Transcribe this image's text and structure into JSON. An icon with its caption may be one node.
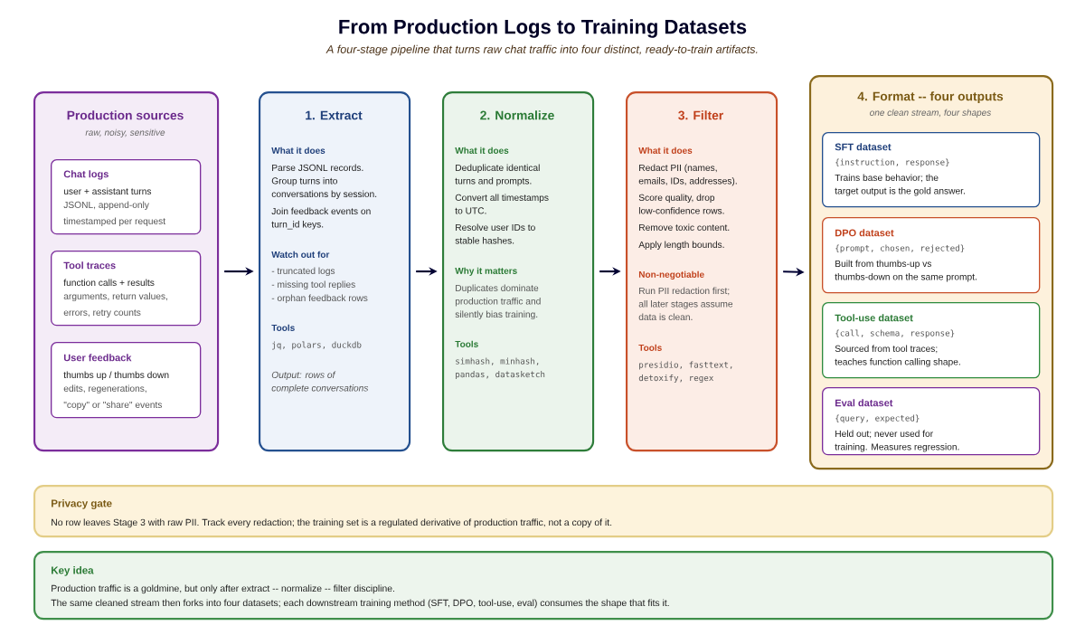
{
  "diagram": {
    "title": "From Production Logs to Training Datasets",
    "nodes": [
      {
        "text": [
          "Production sources",
          "raw, noisy, sensitive"
        ]
      },
      {
        "text": [
          "Chat logs",
          "user + assistant turns",
          "JSONL, append-only",
          "timestamped per request"
        ],
        "in": 0
      },
      {
        "text": [
          "Tool traces",
          "function calls + results",
          "arguments, return values,",
          "errors, retry counts"
        ],
        "in": 0
      },
      {
        "text": [
          "User feedback",
          "thumbs up / thumbs down",
          "edits, regenerations,",
          "\"copy\" or \"share\" events"
        ],
        "in": 0
      },
      {
        "text": [
          "1. Extract",
          "What it does",
          "Parse JSONL records. Group turns into conversations by session.",
          "Join feedback events on turn_id keys.",
          "Watch out for",
          "- truncated logs",
          "- missing tool replies",
          "- orphan feedback rows",
          "Tools",
          "jq, polars, duckdb",
          "Output: rows of complete conversations"
        ]
      },
      {
        "text": [
          "2. Normalize",
          "What it does",
          "Deduplicate identical turns and prompts.",
          "Convert all timestamps to UTC.",
          "Resolve user IDs to stable hashes.",
          "Why it matters",
          "Duplicates dominate production traffic and silently bias training.",
          "Tools",
          "simhash, minhash, pandas, datasketch"
        ]
      },
      {
        "text": [
          "3. Filter",
          "What it does",
          "Redact PII (names, emails, IDs, addresses).",
          "Score quality, drop low-confidence rows.",
          "Remove toxic content.",
          "Apply length bounds.",
          "Non-negotiable",
          "Run PII redaction first; all later stages assume data is clean.",
          "Tools",
          "presidio, fasttext, detoxify, regex"
        ]
      },
      {
        "text": [
          "4. Format -- four outputs",
          "one clean stream, four shapes"
        ]
      },
      {
        "text": [
          "SFT dataset",
          "{instruction, response}",
          "Trains base behavior; the target output is the gold answer."
        ],
        "in": 7
      },
      {
        "text": [
          "DPO dataset",
          "{prompt, chosen, rejected}",
          "Built from thumbs-up vs thumbs-down on the same prompt."
        ],
        "in": 7
      },
      {
        "text": [
          "Tool-use dataset",
          "{call, schema, response}",
          "Sourced from tool traces; teaches function calling shape."
        ],
        "in": 7
      },
      {
        "text": [
          "Eval dataset",
          "{query, expected}",
          "Held out; never used for training. Measures regression."
        ],
        "in": 7
      },
      {
        "text": [
          "Privacy gate",
          "No row leaves Stage 3 with raw PII. Track every redaction; the training set is a regulated derivative of production traffic, not a copy of it."
        ]
      },
      {
        "text": [
          "Key idea",
          "Production traffic is a goldmine, but only after extract -- normalize -- filter discipline.",
          "The same cleaned stream then forks into four datasets; each downstream training method (SFT, DPO, tool-use, eval) consumes the shape that fits it."
        ]
      }
    ],
    "edges": [
      {
        "from": 0,
        "to": 4,
        "arrow": "to"
      },
      {
        "from": 4,
        "to": 5,
        "arrow": "to"
      },
      {
        "from": 5,
        "to": 6,
        "arrow": "to"
      },
      {
        "from": 6,
        "to": 7,
        "arrow": "to"
      }
    ],
    "labels": [
      "A four-stage pipeline that turns raw chat traffic into four distinct, ready-to-train artifacts."
    ]
  }
}
